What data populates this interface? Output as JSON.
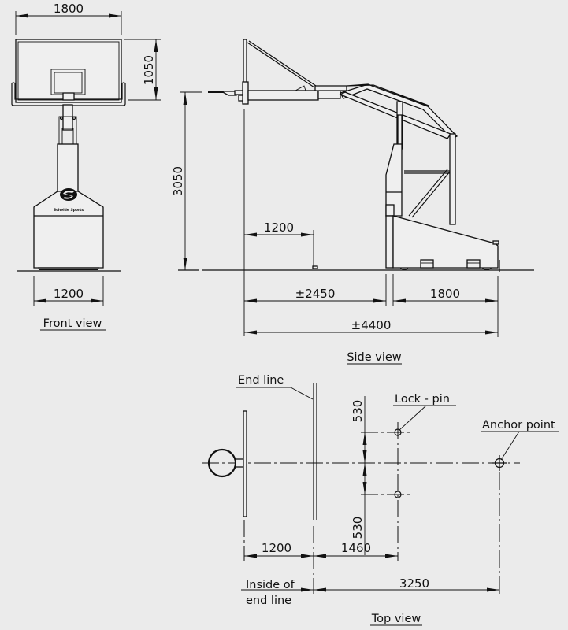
{
  "drawing": {
    "subject": "Mobile basketball backstop unit",
    "background_color": "#ebebeb",
    "line_color": "#111111"
  },
  "front_view": {
    "title": "Front view",
    "dims": {
      "board_width": "1800",
      "board_height": "1050",
      "base_width": "1200"
    },
    "logo": {
      "icon": "s-swoosh-logo-icon",
      "text": "Schelde Sports"
    }
  },
  "side_view": {
    "title": "Side view",
    "dims": {
      "rim_height": "3050",
      "overhang": "1200",
      "reach": "±2450",
      "base_depth": "1800",
      "total_length": "±4400"
    }
  },
  "top_view": {
    "title": "Top view",
    "callouts": {
      "end_line": "End line",
      "lock_pin": "Lock - pin",
      "anchor_point": "Anchor point",
      "inside_end_line_1": "Inside of",
      "inside_end_line_2": "end line"
    },
    "dims": {
      "lock_pin_upper": "530",
      "lock_pin_lower": "530",
      "overhang": "1200",
      "lock_pin_distance": "1460",
      "anchor_distance": "3250"
    }
  }
}
